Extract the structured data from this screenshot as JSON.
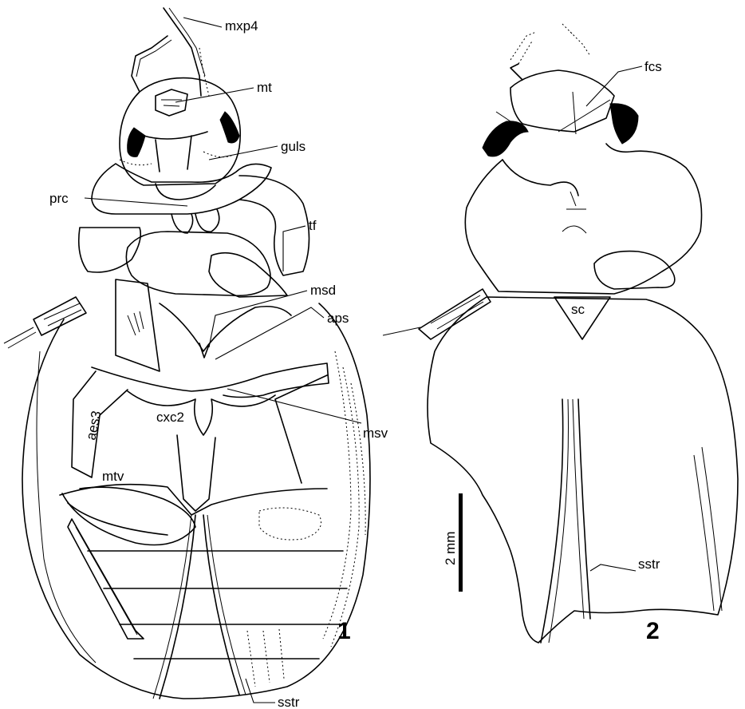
{
  "figure1": {
    "number": "1",
    "labels": {
      "mxp4": "mxp4",
      "mt": "mt",
      "guls": "guls",
      "prc": "prc",
      "tf": "tf",
      "msd": "msd",
      "aps": "aps",
      "aes3": "aes3",
      "cxc2": "cxc2",
      "msv": "msv",
      "mtv": "mtv",
      "sstr": "sstr"
    }
  },
  "figure2": {
    "number": "2",
    "labels": {
      "fcs": "fcs",
      "sc": "sc",
      "sstr": "sstr"
    }
  },
  "scale_bar": {
    "label": "2 mm"
  }
}
